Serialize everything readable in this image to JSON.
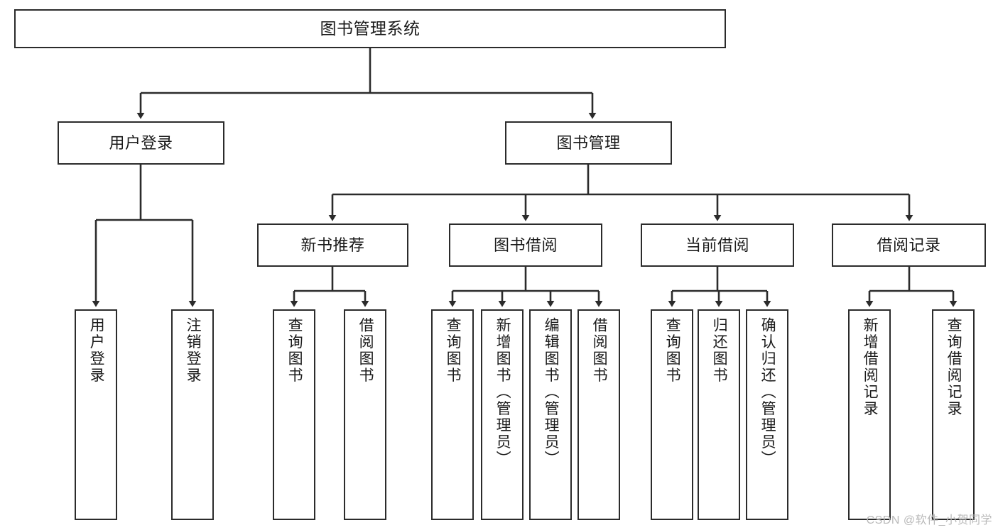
{
  "diagram": {
    "title": "图书管理系统",
    "type": "hierarchy-tree",
    "colors": {
      "box_border": "#2b2b2b",
      "box_fill": "#ffffff",
      "connector": "#2b2b2b",
      "text": "#1a1a1a",
      "watermark": "#b9b9b9",
      "background": "#ffffff"
    }
  },
  "nodes": {
    "root": {
      "label": "图书管理系统",
      "orientation": "horizontal",
      "level": 1
    },
    "user_login": {
      "label": "用户登录",
      "orientation": "horizontal",
      "level": 2
    },
    "book_manage": {
      "label": "图书管理",
      "orientation": "horizontal",
      "level": 2
    },
    "new_book_rec": {
      "label": "新书推荐",
      "orientation": "horizontal",
      "level": 3
    },
    "book_borrow": {
      "label": "图书借阅",
      "orientation": "horizontal",
      "level": 3
    },
    "current_borrow": {
      "label": "当前借阅",
      "orientation": "horizontal",
      "level": 3
    },
    "borrow_record": {
      "label": "借阅记录",
      "orientation": "horizontal",
      "level": 3
    },
    "leaf_user_login": {
      "label": "用户登录",
      "orientation": "vertical",
      "level": 3
    },
    "leaf_logout": {
      "label": "注销登录",
      "orientation": "vertical",
      "level": 3
    },
    "leaf_query_book_1": {
      "label": "查询图书",
      "orientation": "vertical",
      "level": 4
    },
    "leaf_borrow_book_1": {
      "label": "借阅图书",
      "orientation": "vertical",
      "level": 4
    },
    "leaf_query_book_2": {
      "label": "查询图书",
      "orientation": "vertical",
      "level": 4
    },
    "leaf_add_book": {
      "label": "新增图书（管理员）",
      "orientation": "vertical",
      "level": 4
    },
    "leaf_edit_book": {
      "label": "编辑图书（管理员）",
      "orientation": "vertical",
      "level": 4
    },
    "leaf_borrow_book_2": {
      "label": "借阅图书",
      "orientation": "vertical",
      "level": 4
    },
    "leaf_query_book_3": {
      "label": "查询图书",
      "orientation": "vertical",
      "level": 4
    },
    "leaf_return_book": {
      "label": "归还图书",
      "orientation": "vertical",
      "level": 4
    },
    "leaf_confirm_return": {
      "label": "确认归还（管理员）",
      "orientation": "vertical",
      "level": 4
    },
    "leaf_add_record": {
      "label": "新增借阅记录",
      "orientation": "vertical",
      "level": 4
    },
    "leaf_query_record": {
      "label": "查询借阅记录",
      "orientation": "vertical",
      "level": 4
    }
  },
  "edges": [
    {
      "from": "root",
      "to": "user_login"
    },
    {
      "from": "root",
      "to": "book_manage"
    },
    {
      "from": "user_login",
      "to": "leaf_user_login"
    },
    {
      "from": "user_login",
      "to": "leaf_logout"
    },
    {
      "from": "book_manage",
      "to": "new_book_rec"
    },
    {
      "from": "book_manage",
      "to": "book_borrow"
    },
    {
      "from": "book_manage",
      "to": "current_borrow"
    },
    {
      "from": "book_manage",
      "to": "borrow_record"
    },
    {
      "from": "new_book_rec",
      "to": "leaf_query_book_1"
    },
    {
      "from": "new_book_rec",
      "to": "leaf_borrow_book_1"
    },
    {
      "from": "book_borrow",
      "to": "leaf_query_book_2"
    },
    {
      "from": "book_borrow",
      "to": "leaf_add_book"
    },
    {
      "from": "book_borrow",
      "to": "leaf_edit_book"
    },
    {
      "from": "book_borrow",
      "to": "leaf_borrow_book_2"
    },
    {
      "from": "current_borrow",
      "to": "leaf_query_book_3"
    },
    {
      "from": "current_borrow",
      "to": "leaf_return_book"
    },
    {
      "from": "current_borrow",
      "to": "leaf_confirm_return"
    },
    {
      "from": "borrow_record",
      "to": "leaf_add_record"
    },
    {
      "from": "borrow_record",
      "to": "leaf_query_record"
    }
  ],
  "watermark": {
    "text": "CSDN @软件_小贺同学"
  }
}
